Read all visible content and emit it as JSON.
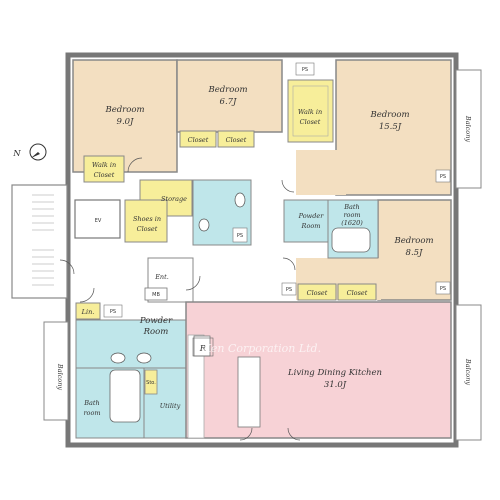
{
  "rooms": {
    "bedroom1": {
      "name": "Bedroom",
      "size": "9.0J"
    },
    "bedroom2": {
      "name": "Bedroom",
      "size": "6.7J"
    },
    "bedroom3": {
      "name": "Bedroom",
      "size": "15.5J"
    },
    "bedroom4": {
      "name": "Bedroom",
      "size": "8.5J"
    },
    "walkin1": {
      "line1": "Walk in",
      "line2": "Closet"
    },
    "walkin2": {
      "line1": "Walk in",
      "line2": "Closet"
    },
    "closet": "Closet",
    "storage": "Storage",
    "shoes": {
      "line1": "Shoes in",
      "line2": "Closet"
    },
    "ev": "EV",
    "ent": "Ent.",
    "mb": "MB",
    "ps": "PS",
    "powder_room_top": {
      "line1": "Powder",
      "line2": "Room"
    },
    "bathroom_top": {
      "line1": "Bath",
      "line2": "room",
      "line3": "(1620)"
    },
    "lin": "Lin.",
    "powder_room_bottom": {
      "line1": "Powder",
      "line2": "Room"
    },
    "bathroom_bottom": {
      "line1": "Bath",
      "line2": "room"
    },
    "sto": "Sto.",
    "utility": "Utility",
    "r": "R",
    "ldk": {
      "name": "Living Dining Kitchen",
      "size": "31.0J"
    },
    "balcony": "Balcony"
  },
  "compass": "N",
  "watermark": "Ken Corporation Ltd."
}
